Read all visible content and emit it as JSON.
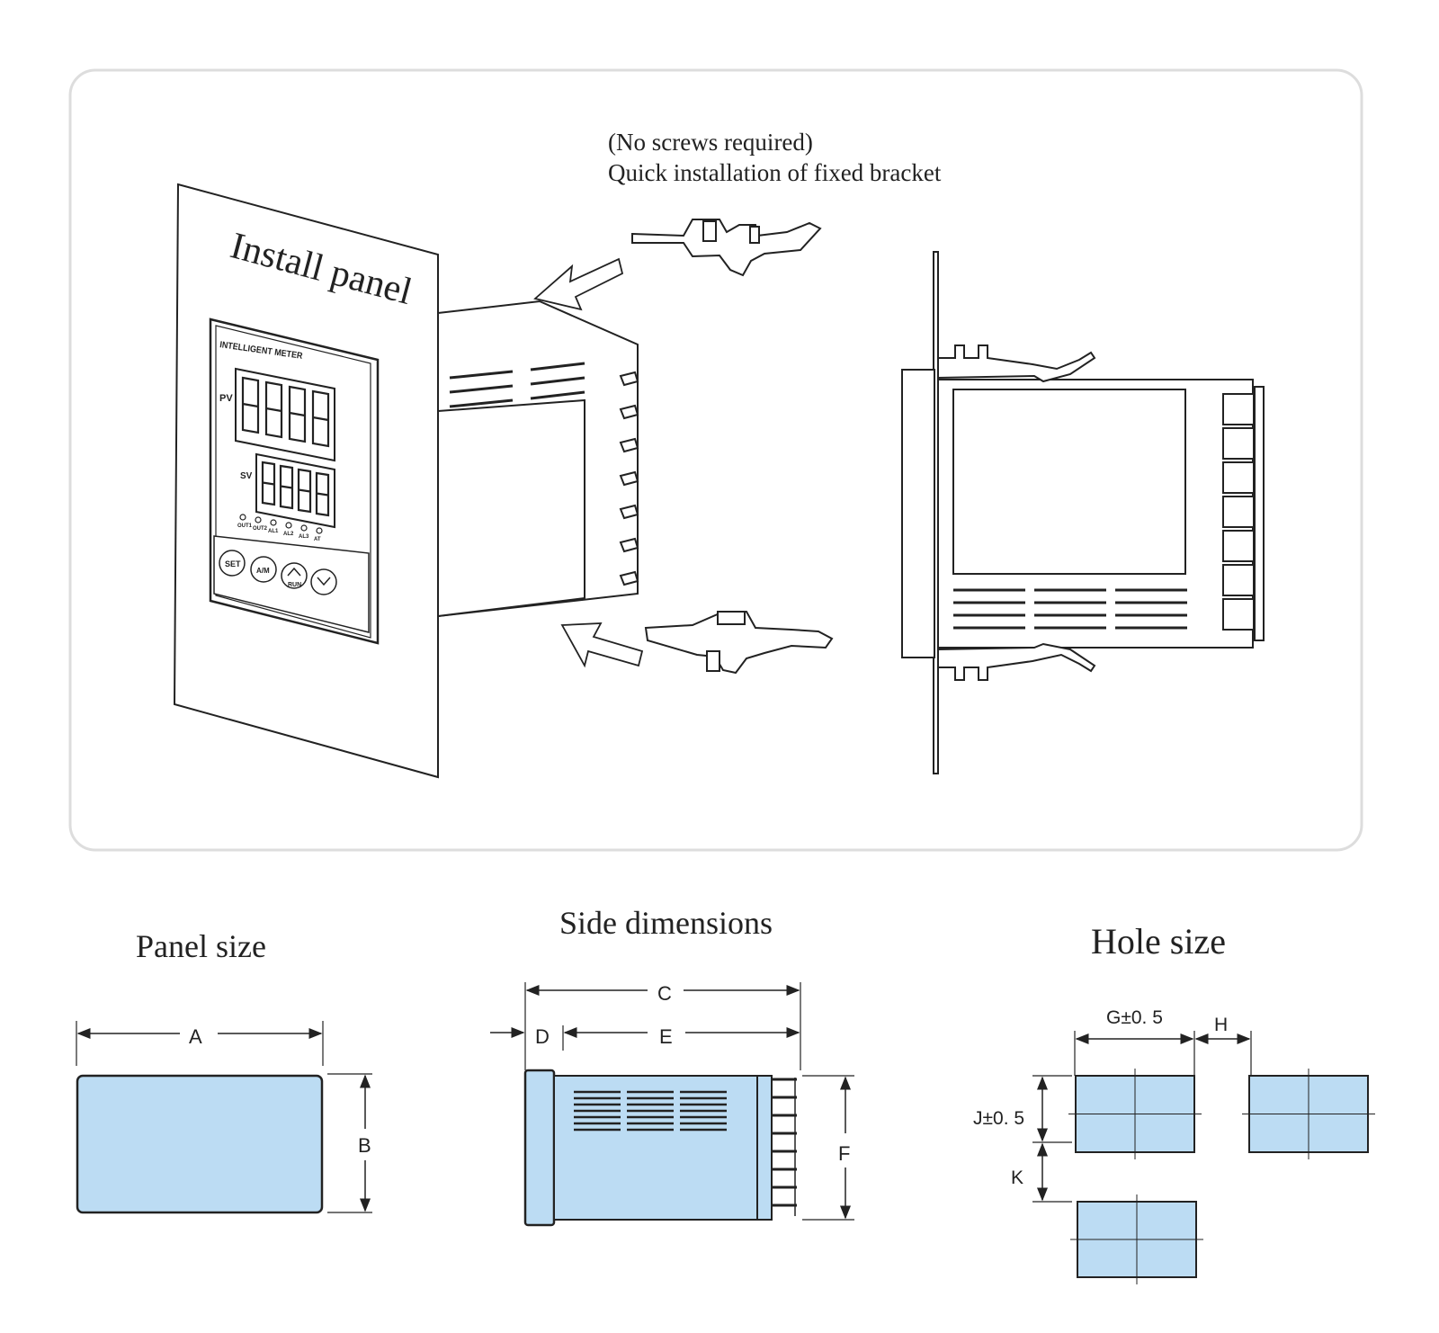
{
  "install_section": {
    "note_line1": "(No screws required)",
    "note_line2": "Quick installation of fixed bracket",
    "panel_label": "Install panel",
    "meter": {
      "brand_line": "INTELLIGENT  METER",
      "pv_label": "PV",
      "sv_label": "SV",
      "leds": [
        "OUT1",
        "OUT2",
        "AL1",
        "AL2",
        "AL3",
        "AT"
      ],
      "buttons": {
        "set": "SET",
        "shift": "A/M",
        "up": "RUN",
        "down": ""
      }
    }
  },
  "panel_size": {
    "title": "Panel size",
    "dim_a": "A",
    "dim_b": "B"
  },
  "side_dimensions": {
    "title": "Side dimensions",
    "dim_c": "C",
    "dim_d": "D",
    "dim_e": "E",
    "dim_f": "F"
  },
  "hole_size": {
    "title": "Hole size",
    "dim_g": "G±0. 5",
    "dim_h": "H",
    "dim_j": "J±0. 5",
    "dim_k": "K"
  },
  "colors": {
    "fill_blue": "#bcdcf3",
    "line": "#222222",
    "frame": "#dddddd"
  }
}
